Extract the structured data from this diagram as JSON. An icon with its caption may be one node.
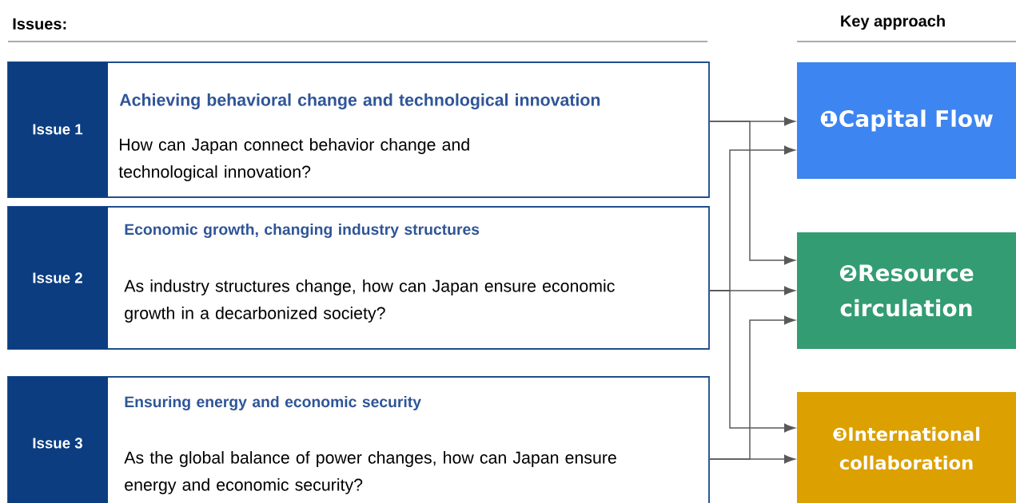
{
  "diagram": {
    "nodes": [
      {
        "text": [
          "Issue 1",
          "Achieving behavioral change and technological innovation",
          "How can Japan connect behavior change and technological innovation?"
        ]
      },
      {
        "text": [
          "Issue 2",
          "Economic growth, changing industry structures",
          "As industry structures change, how can Japan ensure economic growth in a decarbonized society?"
        ]
      },
      {
        "text": [
          "Issue 3",
          "Ensuring energy and economic security",
          "As the global balance of power changes, how can Japan ensure energy and economic security?"
        ]
      },
      {
        "text": [
          "❶Capital Flow"
        ]
      },
      {
        "text": [
          "❷Resource circulation"
        ]
      },
      {
        "text": [
          "❸International collaboration"
        ]
      }
    ],
    "edges": [
      {
        "from": 0,
        "to": 3,
        "arrow": "to"
      },
      {
        "from": 0,
        "to": 4,
        "arrow": "to"
      },
      {
        "from": 1,
        "to": 4,
        "arrow": "to"
      },
      {
        "from": 1,
        "to": 3,
        "arrow": "to"
      },
      {
        "from": 1,
        "to": 5,
        "arrow": "to"
      },
      {
        "from": 2,
        "to": 5,
        "arrow": "to"
      },
      {
        "from": 2,
        "to": 4,
        "arrow": "to"
      }
    ],
    "labels": [
      "Issues:",
      "Key approach"
    ]
  }
}
